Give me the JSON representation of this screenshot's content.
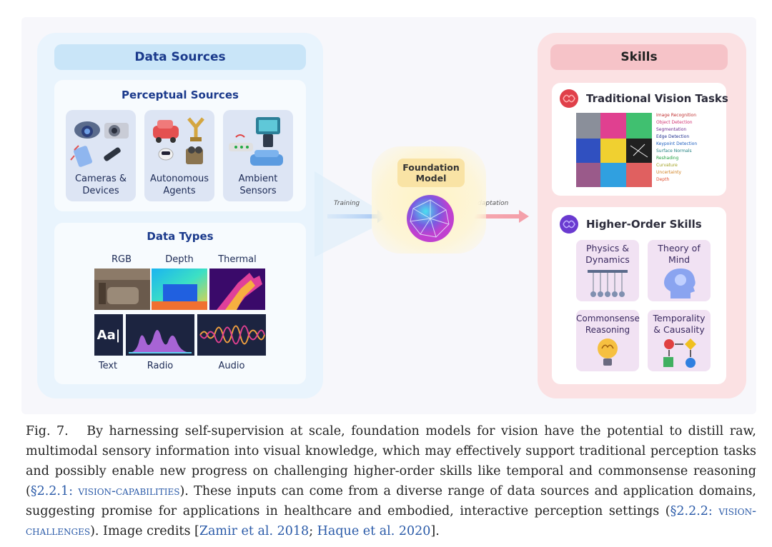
{
  "diagram": {
    "data_sources": {
      "title": "Data Sources",
      "perceptual": {
        "title": "Perceptual Sources",
        "items": [
          {
            "line1": "Cameras &",
            "line2": "Devices"
          },
          {
            "line1": "Autonomous",
            "line2": "Agents"
          },
          {
            "line1": "Ambient",
            "line2": "Sensors"
          }
        ]
      },
      "types": {
        "title": "Data Types",
        "labels": [
          "RGB",
          "Depth",
          "Thermal",
          "Text",
          "Radio",
          "Audio"
        ],
        "text_tile": "Aa|"
      }
    },
    "center": {
      "model_line1": "Foundation",
      "model_line2": "Model",
      "training": "Training",
      "adaptation": "Adaptation"
    },
    "skills": {
      "title": "Skills",
      "traditional": {
        "title": "Traditional Vision Tasks",
        "tasks": [
          "Image Recognition",
          "Object Detection",
          "Segmentation",
          "Edge Detection",
          "Keypoint Detection",
          "Surface Normals",
          "Reshading",
          "Curvature",
          "Uncertainty",
          "Depth"
        ]
      },
      "higher": {
        "title": "Higher-Order Skills",
        "items": [
          {
            "line1": "Physics &",
            "line2": "Dynamics"
          },
          {
            "line1": "Theory of",
            "line2": "Mind"
          },
          {
            "line1": "Commonsense",
            "line2": "Reasoning"
          },
          {
            "line1": "Temporality",
            "line2": "& Causality"
          }
        ]
      }
    }
  },
  "colors": {
    "left_panel": "#e9f4fd",
    "right_panel": "#fbe1e3",
    "model_box": "#f9e3a5",
    "link": "#2a5aa8"
  },
  "caption": {
    "fig": "Fig. 7.",
    "text1": "By harnessing self-supervision at scale, foundation models for vision have the potential to distill raw, multimodal sensory information into visual knowledge, which may effectively support traditional perception tasks and possibly enable new progress on challenging higher-order skills like temporal and commonsense reasoning (",
    "ref1_num": "§2.2.1:",
    "ref1_name": "vision-capabilities",
    "text2": "). These inputs can come from a diverse range of data sources and application domains, suggesting promise for applications in healthcare and embodied, interactive perception settings (",
    "ref2_num": "§2.2.2:",
    "ref2_name": "vision-challenges",
    "text3": "). Image credits [",
    "cite1": "Zamir et al. 2018",
    "sep": "; ",
    "cite2": "Haque et al. 2020",
    "text4": "]."
  }
}
